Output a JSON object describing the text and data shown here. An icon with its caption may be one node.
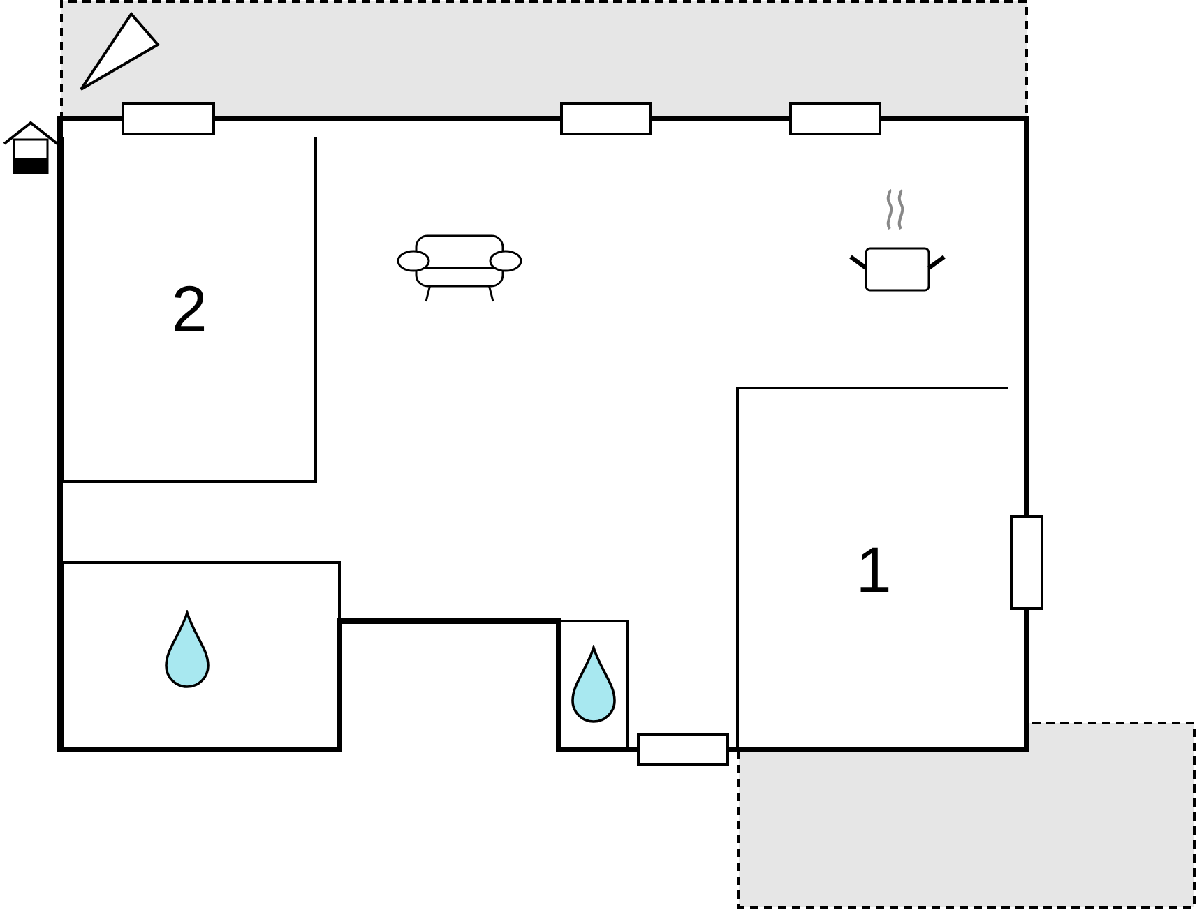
{
  "diagram": {
    "nodes": [
      {
        "text": [
          "2"
        ]
      },
      {
        "text": [
          "1"
        ]
      },
      {
        "text": [],
        "shape": "box"
      },
      {
        "text": [],
        "shape": "box"
      }
    ]
  }
}
